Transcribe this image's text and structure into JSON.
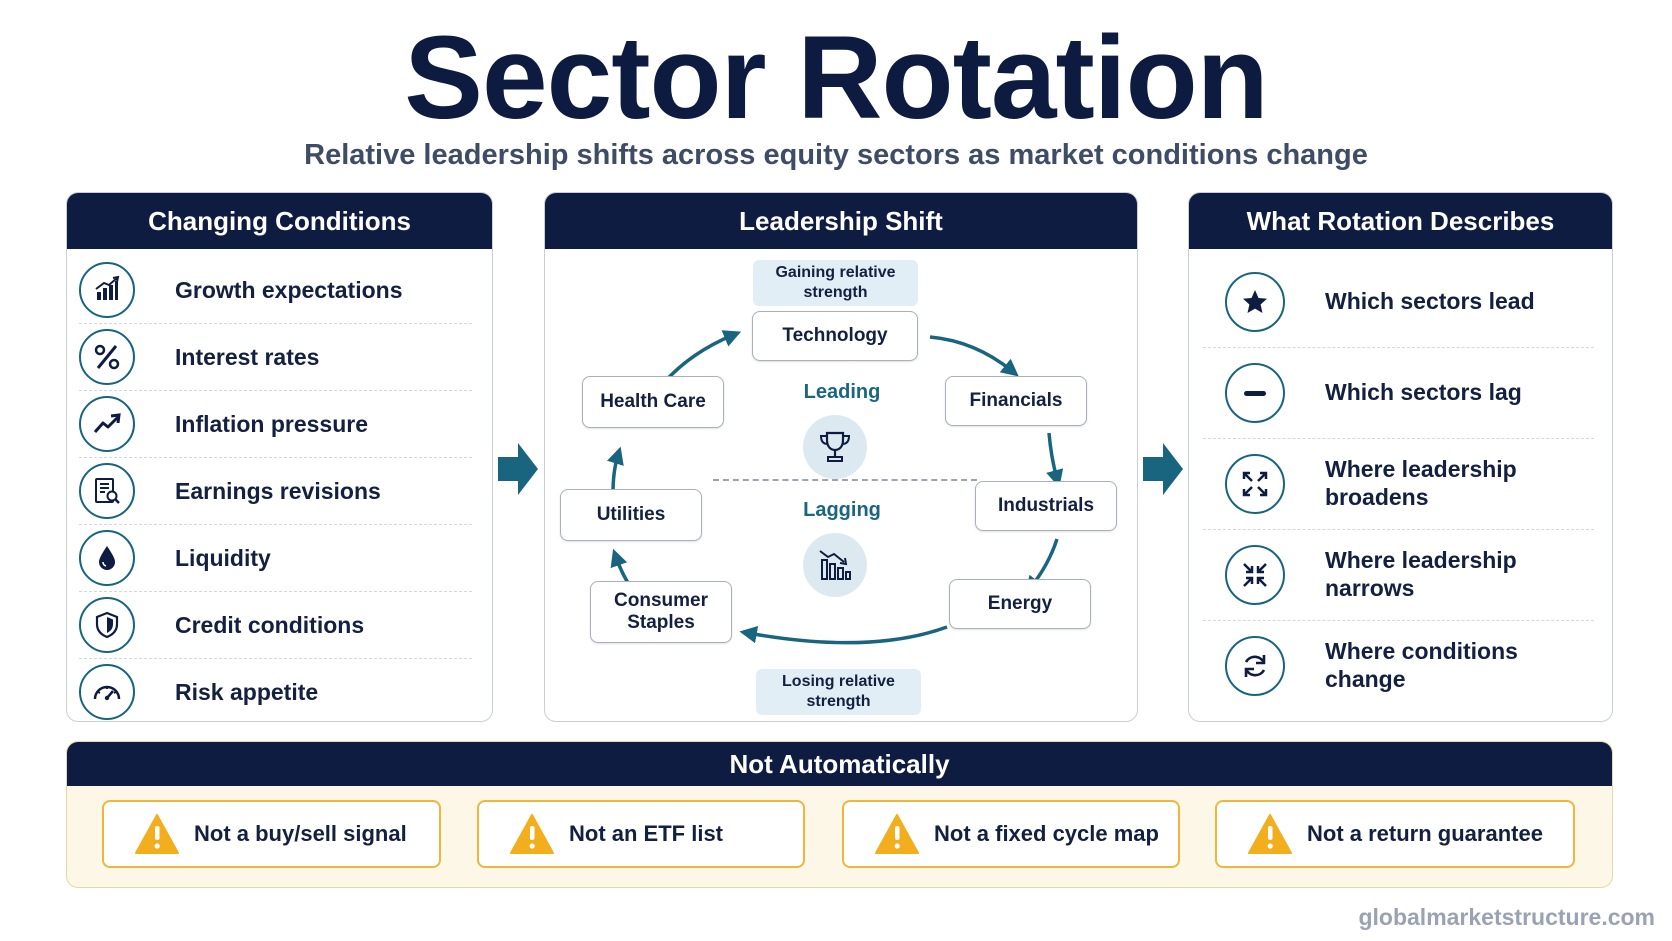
{
  "title": "Sector Rotation",
  "subtitle": "Relative leadership shifts across equity sectors as market conditions change",
  "conditions": {
    "header": "Changing Conditions",
    "items": [
      {
        "label": "Growth expectations",
        "icon": "bar-chart-up-icon"
      },
      {
        "label": "Interest rates",
        "icon": "percent-icon"
      },
      {
        "label": "Inflation pressure",
        "icon": "trend-up-icon"
      },
      {
        "label": "Earnings revisions",
        "icon": "report-search-icon"
      },
      {
        "label": "Liquidity",
        "icon": "droplet-icon"
      },
      {
        "label": "Credit conditions",
        "icon": "shield-icon"
      },
      {
        "label": "Risk appetite",
        "icon": "gauge-icon"
      }
    ]
  },
  "leadership": {
    "header": "Leadership Shift",
    "gaining": "Gaining relative strength",
    "losing": "Losing relative strength",
    "leading": "Leading",
    "lagging": "Lagging",
    "sectors": {
      "technology": "Technology",
      "financials": "Financials",
      "industrials": "Industrials",
      "energy": "Energy",
      "consumer_staples": "Consumer Staples",
      "utilities": "Utilities",
      "health_care": "Health Care"
    },
    "icons": {
      "leading": "trophy-icon",
      "lagging": "declining-bars-icon"
    }
  },
  "describes": {
    "header": "What Rotation Describes",
    "items": [
      {
        "label": "Which sectors lead",
        "icon": "star-icon"
      },
      {
        "label": "Which sectors lag",
        "icon": "minus-icon"
      },
      {
        "label": "Where leadership broadens",
        "icon": "expand-icon"
      },
      {
        "label": "Where leadership narrows",
        "icon": "compress-icon"
      },
      {
        "label": "Where conditions change",
        "icon": "refresh-icon"
      }
    ]
  },
  "not_automatically": {
    "header": "Not Automatically",
    "items": [
      {
        "label": "Not a buy/sell signal",
        "icon": "warning-icon"
      },
      {
        "label": "Not an ETF list",
        "icon": "warning-icon"
      },
      {
        "label": "Not a fixed cycle map",
        "icon": "warning-icon"
      },
      {
        "label": "Not a return guarantee",
        "icon": "warning-icon"
      }
    ]
  },
  "colors": {
    "navy": "#0f1c42",
    "teal": "#19647e",
    "warning": "#f2ae1c",
    "pill": "#e2eef6"
  },
  "footer": "globalmarketstructure.com"
}
